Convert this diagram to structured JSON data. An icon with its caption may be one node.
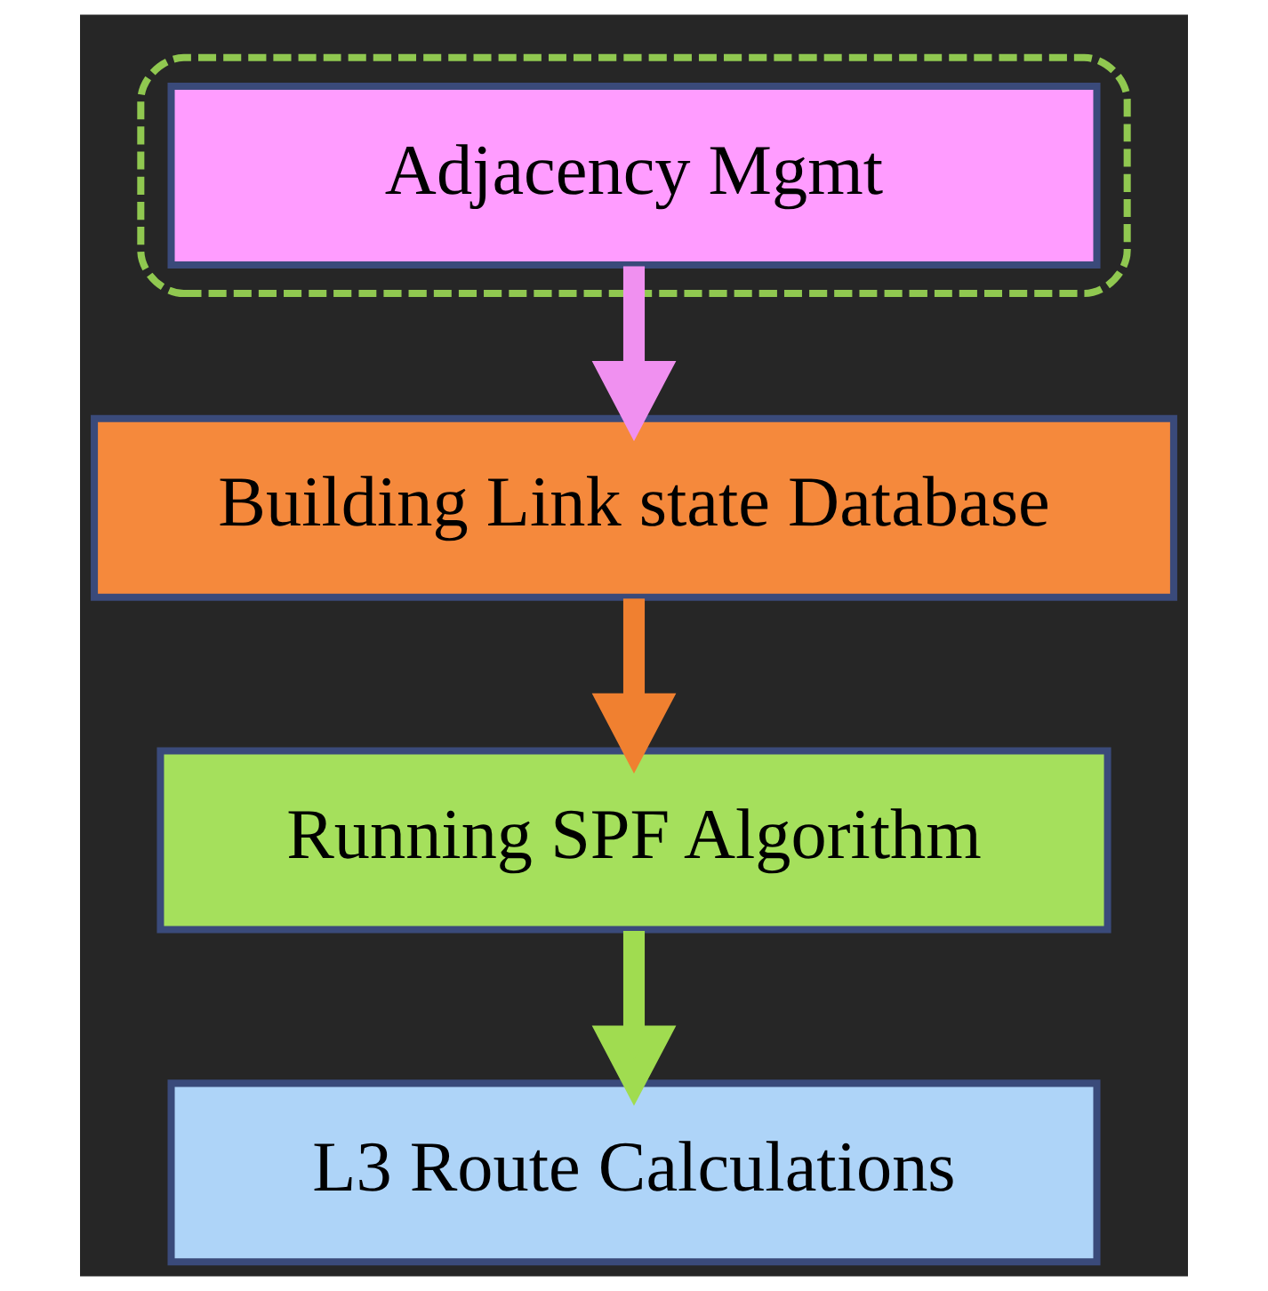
{
  "diagram": {
    "nodes": [
      {
        "text": [],
        "shape": "ellipse"
      },
      {
        "text": [
          "Adjacency Mgmt"
        ],
        "in": 0
      },
      {
        "text": [
          "Building Link state Database"
        ]
      },
      {
        "text": [
          "Running SPF Algorithm"
        ]
      },
      {
        "text": [
          "L3 Route Calculations"
        ]
      }
    ],
    "edges": [
      {
        "from": 1,
        "to": 2,
        "arrow": "to",
        "color": "#f090f0"
      },
      {
        "from": 2,
        "to": 3,
        "arrow": "to",
        "color": "#f08030"
      },
      {
        "from": 3,
        "to": 4,
        "arrow": "to",
        "color": "#a0dc50"
      }
    ]
  }
}
